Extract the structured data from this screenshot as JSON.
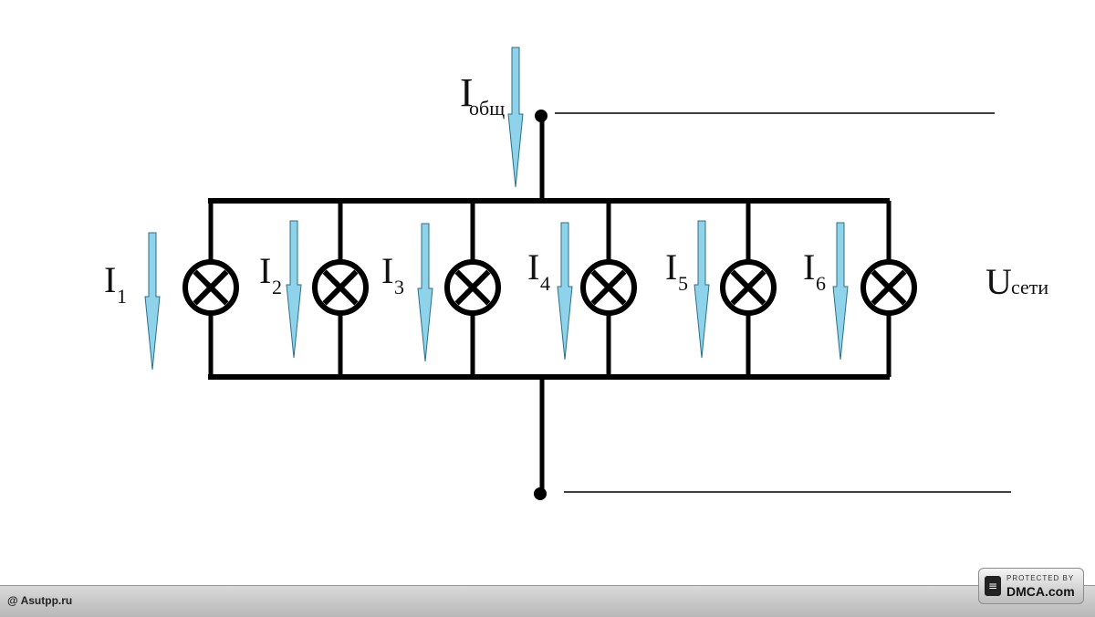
{
  "diagram": {
    "total_current": {
      "main": "I",
      "sub": "общ"
    },
    "branch_currents": [
      {
        "main": "I",
        "sub": "1"
      },
      {
        "main": "I",
        "sub": "2"
      },
      {
        "main": "I",
        "sub": "3"
      },
      {
        "main": "I",
        "sub": "4"
      },
      {
        "main": "I",
        "sub": "5"
      },
      {
        "main": "I",
        "sub": "6"
      }
    ],
    "voltage": {
      "main": "U",
      "sub": "сети"
    },
    "lamp_count": 6,
    "colors": {
      "wire": "#000000",
      "arrow_fill": "#8fd3ea",
      "arrow_stroke": "#2a6f88"
    }
  },
  "footer": {
    "site": "@ Asutpp.ru",
    "badge_line1": "PROTECTED BY",
    "badge_line2": "DMCA.com",
    "lock_icon": "lock-icon"
  }
}
